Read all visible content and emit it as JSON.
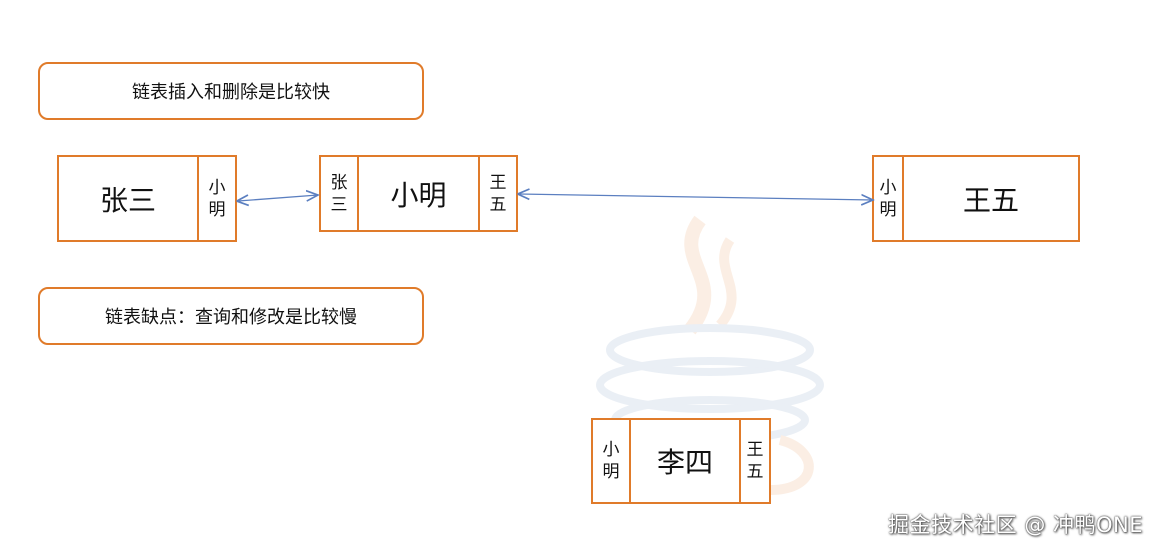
{
  "callouts": {
    "advantage": "链表插入和删除是比较快",
    "disadvantage": "链表缺点：查询和修改是比较慢"
  },
  "nodes": {
    "zhangsan": {
      "name": "张三",
      "next": "小明"
    },
    "xiaoming": {
      "prev": "张三",
      "name": "小明",
      "next": "王五"
    },
    "wangwu": {
      "prev": "小明",
      "name": "王五"
    },
    "lisi": {
      "prev": "小明",
      "name": "李四",
      "next": "王五"
    }
  },
  "watermark": "掘金技术社区 @ 冲鸭ONE",
  "colors": {
    "border": "#e07b2a",
    "arrow": "#5b7fc0"
  }
}
